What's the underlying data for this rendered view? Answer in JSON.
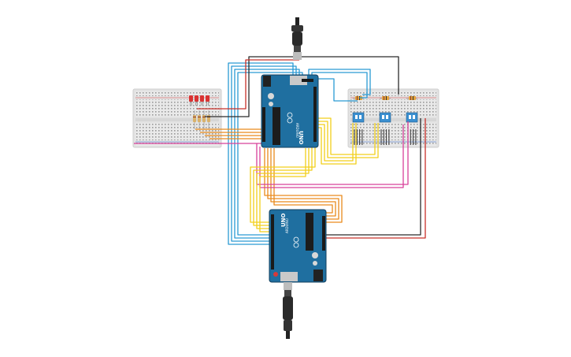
{
  "board_upper": {
    "model_label": "UNO",
    "brand_label": "ARDUINO",
    "pcb_color": "#1f6fa0",
    "pcb_dark": "#17557c"
  },
  "board_lower": {
    "model_label": "UNO",
    "brand_label": "ARDUINO",
    "pcb_color": "#1f6fa0",
    "pcb_dark": "#17557c"
  },
  "breadboard_left": {
    "led_count": 4,
    "led_color": "#d93232",
    "resistor_count": 4
  },
  "breadboard_right": {
    "switch_count": 3,
    "switch_color": "#3a8fd0",
    "resistor_count": 3
  },
  "wire_colors": {
    "blue": "#2a9ad4",
    "yellow": "#f2cf1a",
    "orange": "#e98a1c",
    "pink": "#d8409a",
    "red": "#c8302a",
    "black": "#2b2b2b"
  }
}
